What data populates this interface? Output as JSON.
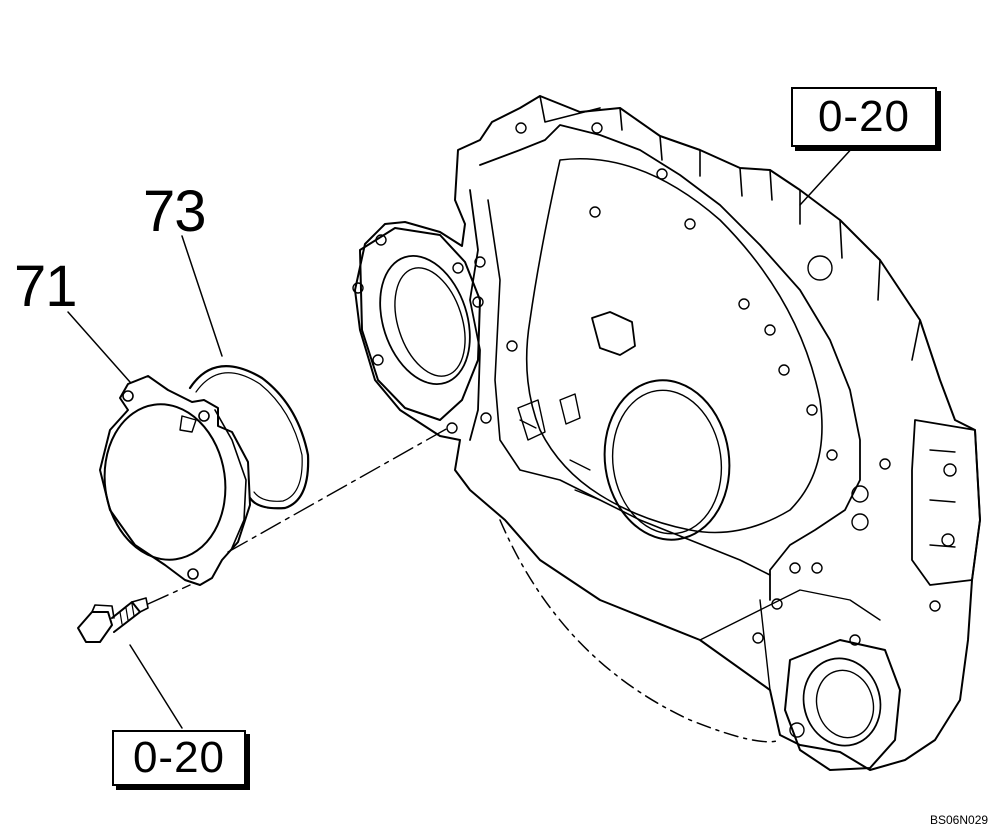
{
  "callouts": {
    "part_71": "71",
    "part_73": "73",
    "ref_housing": "0-20",
    "ref_bolt": "0-20"
  },
  "drawing_code": "BS06N029",
  "colors": {
    "line": "#000000",
    "background": "#ffffff"
  }
}
